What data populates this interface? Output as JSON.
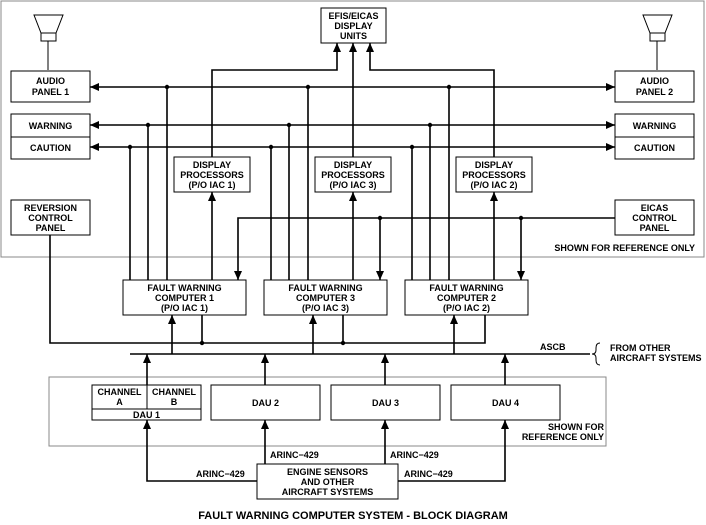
{
  "boxes": {
    "efis": [
      "EFIS/EICAS",
      "DISPLAY",
      "UNITS"
    ],
    "audio1": [
      "AUDIO",
      "PANEL 1"
    ],
    "audio2": [
      "AUDIO",
      "PANEL 2"
    ],
    "warning": "WARNING",
    "caution": "CAUTION",
    "dp1": [
      "DISPLAY",
      "PROCESSORS",
      "(P/O IAC 1)"
    ],
    "dp3": [
      "DISPLAY",
      "PROCESSORS",
      "(P/O IAC 3)"
    ],
    "dp2": [
      "DISPLAY",
      "PROCESSORS",
      "(P/O IAC 2)"
    ],
    "reversion": [
      "REVERSION",
      "CONTROL",
      "PANEL"
    ],
    "eicas_ctrl": [
      "EICAS",
      "CONTROL",
      "PANEL"
    ],
    "fwc1": [
      "FAULT WARNING",
      "COMPUTER 1",
      "(P/O IAC 1)"
    ],
    "fwc3": [
      "FAULT WARNING",
      "COMPUTER 3",
      "(P/O IAC 3)"
    ],
    "fwc2": [
      "FAULT WARNING",
      "COMPUTER 2",
      "(P/O IAC 2)"
    ],
    "channel_a": [
      "CHANNEL",
      "A"
    ],
    "channel_b": [
      "CHANNEL",
      "B"
    ],
    "dau1": "DAU 1",
    "dau2": "DAU 2",
    "dau3": "DAU 3",
    "dau4": "DAU 4",
    "engine": [
      "ENGINE SENSORS",
      "AND OTHER",
      "AIRCRAFT SYSTEMS"
    ]
  },
  "labels": {
    "shown_ref_top": "SHOWN FOR REFERENCE ONLY",
    "shown_ref_bottom": [
      "SHOWN FOR",
      "REFERENCE ONLY"
    ],
    "ascb": "ASCB",
    "from_other": [
      "FROM OTHER",
      "AIRCRAFT SYSTEMS"
    ],
    "arinc": "ARINC−429"
  },
  "title": "FAULT WARNING COMPUTER SYSTEM - BLOCK DIAGRAM",
  "icons": [
    "speaker-icon",
    "speaker-icon"
  ]
}
